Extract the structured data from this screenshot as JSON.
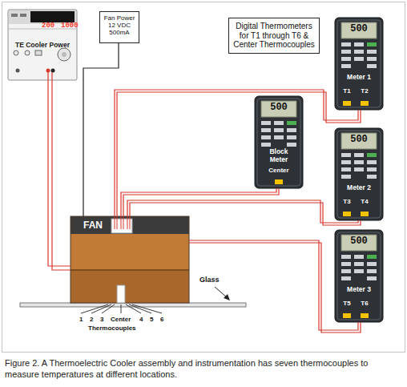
{
  "diagram": {
    "caption": "Figure 2. A Thermoelectric Cooler assembly and instrumentation has seven thermocouples to measure temperatures at different locations.",
    "nodes": [
      {
        "text": [
          "200",
          "1000",
          "TE Cooler Power"
        ]
      },
      {
        "text": [
          "Fan Power 12 VDC 500mA"
        ]
      },
      {
        "text": [
          "Digital Thermometers for T1 through T6 & Center Thermocouples"
        ]
      },
      {
        "text": [
          "500",
          "Meter 1",
          "T1",
          "T2"
        ]
      },
      {
        "text": [
          "500",
          "Block Meter",
          "Center"
        ]
      },
      {
        "text": [
          "500",
          "Meter 2",
          "T3",
          "T4"
        ]
      },
      {
        "text": [
          "500",
          "Meter 3",
          "T5",
          "T6"
        ]
      },
      {
        "text": [
          "FAN"
        ]
      }
    ],
    "edges": [
      {
        "from": 0,
        "to": 7,
        "arrow": "none"
      },
      {
        "from": 1,
        "to": 7,
        "arrow": "none"
      },
      {
        "from": 7,
        "to": 3,
        "arrow": "none"
      },
      {
        "from": 7,
        "to": 4,
        "arrow": "none"
      },
      {
        "from": 7,
        "to": 5,
        "arrow": "none"
      },
      {
        "from": 7,
        "to": 6,
        "arrow": "none"
      }
    ],
    "labels": [
      "Glass",
      "1",
      "2",
      "3",
      "Center",
      "4",
      "5",
      "6",
      "Thermocouples"
    ]
  }
}
